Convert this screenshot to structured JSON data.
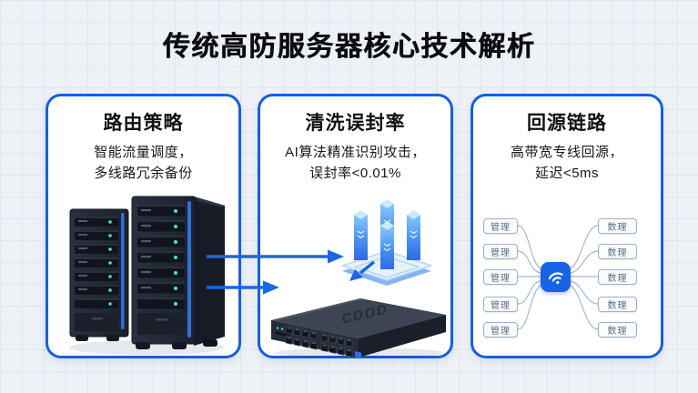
{
  "page": {
    "title": "传统高防服务器核心技术解析"
  },
  "panels": [
    {
      "title": "路由策略",
      "desc_line1": "智能流量调度，",
      "desc_line2": "多线路冗余备份"
    },
    {
      "title": "清洗误封率",
      "desc_line1": "AI算法精准识别攻击，",
      "desc_line2": "误封率<0.01%"
    },
    {
      "title": "回源链路",
      "desc_line1": "高带宽专线回源，",
      "desc_line2": "延迟<5ms"
    }
  ],
  "panel3_diagram": {
    "left_nodes": [
      "管理",
      "管理",
      "管理",
      "管理",
      "管理"
    ],
    "right_nodes": [
      "数理",
      "数理",
      "数理",
      "数理",
      "数理"
    ]
  },
  "switch": {
    "logo": "CDOD"
  },
  "colors": {
    "accent_blue": "#1560dd",
    "arrow_blue": "#1b66e2",
    "hub_blue": "#1763e3",
    "page_bg": "#eef1f6",
    "panel_bg": "#ffffff"
  }
}
